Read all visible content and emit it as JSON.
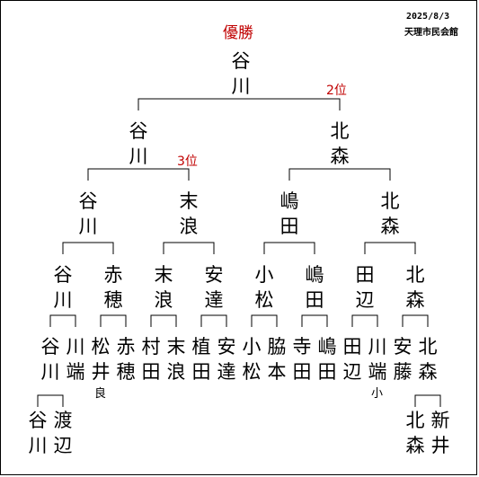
{
  "header": {
    "date": "2025/8/3",
    "venue": "天理市民会館",
    "winner_label": "優勝"
  },
  "ranks": {
    "second": "2位",
    "third": "3位"
  },
  "champion": "谷川",
  "final": [
    "谷川",
    "北森"
  ],
  "semifinal": [
    "谷川",
    "末浪",
    "嶋田",
    "北森"
  ],
  "quarterfinal": [
    "谷川",
    "赤穂",
    "末浪",
    "安達",
    "小松",
    "嶋田",
    "田辺",
    "北森"
  ],
  "round1": [
    "谷川",
    "川端",
    "松井",
    "赤穂",
    "村田",
    "末浪",
    "植田",
    "安達",
    "小松",
    "脇本",
    "寺田",
    "嶋田",
    "田辺",
    "川端",
    "安藤",
    "北森"
  ],
  "round1_notes": {
    "matsui": "良",
    "kawabata": "小"
  },
  "preliminary": [
    "谷川",
    "渡辺",
    "北森",
    "新井"
  ]
}
